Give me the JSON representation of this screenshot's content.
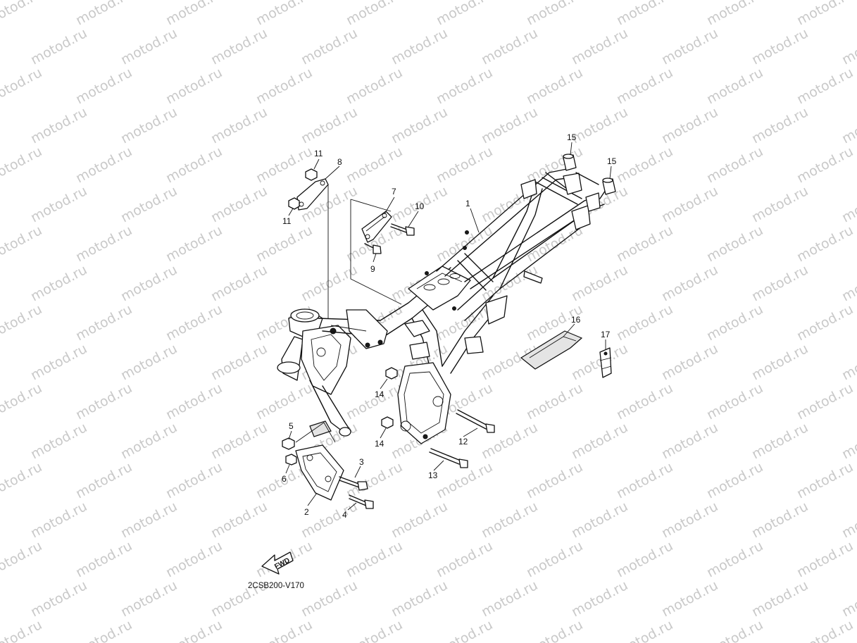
{
  "watermark": {
    "text": "motod.ru"
  },
  "diagram": {
    "code": "2CSB200-V170",
    "fwd_label": "FWD",
    "callouts": [
      {
        "id": "c1",
        "label": "1"
      },
      {
        "id": "c2",
        "label": "2"
      },
      {
        "id": "c3",
        "label": "3"
      },
      {
        "id": "c4",
        "label": "4"
      },
      {
        "id": "c5",
        "label": "5"
      },
      {
        "id": "c6",
        "label": "6"
      },
      {
        "id": "c7",
        "label": "7"
      },
      {
        "id": "c8",
        "label": "8"
      },
      {
        "id": "c9",
        "label": "9"
      },
      {
        "id": "c10",
        "label": "10"
      },
      {
        "id": "c11a",
        "label": "11"
      },
      {
        "id": "c11b",
        "label": "11"
      },
      {
        "id": "c12",
        "label": "12"
      },
      {
        "id": "c13",
        "label": "13"
      },
      {
        "id": "c14a",
        "label": "14"
      },
      {
        "id": "c14b",
        "label": "14"
      },
      {
        "id": "c15a",
        "label": "15"
      },
      {
        "id": "c15b",
        "label": "15"
      },
      {
        "id": "c16",
        "label": "16"
      },
      {
        "id": "c17",
        "label": "17"
      }
    ]
  }
}
